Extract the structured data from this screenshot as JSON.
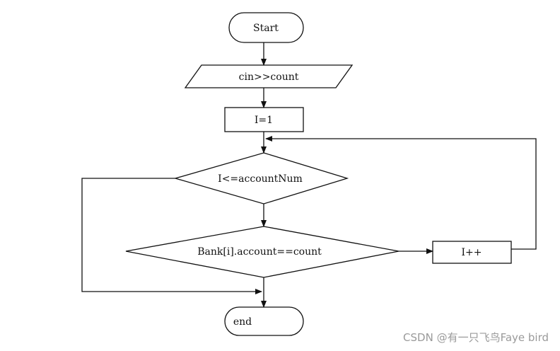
{
  "nodes": {
    "start": "Start",
    "input": "cin>>count",
    "init": "I=1",
    "loop_condition": "I<=accountNum",
    "match_condition": "Bank[i].account==count",
    "increment": "I++",
    "end": "end"
  },
  "watermark": "CSDN @有一只飞鸟Faye bird",
  "colors": {
    "stroke": "#111111",
    "background": "#ffffff",
    "watermark": "#9a9a9a"
  }
}
